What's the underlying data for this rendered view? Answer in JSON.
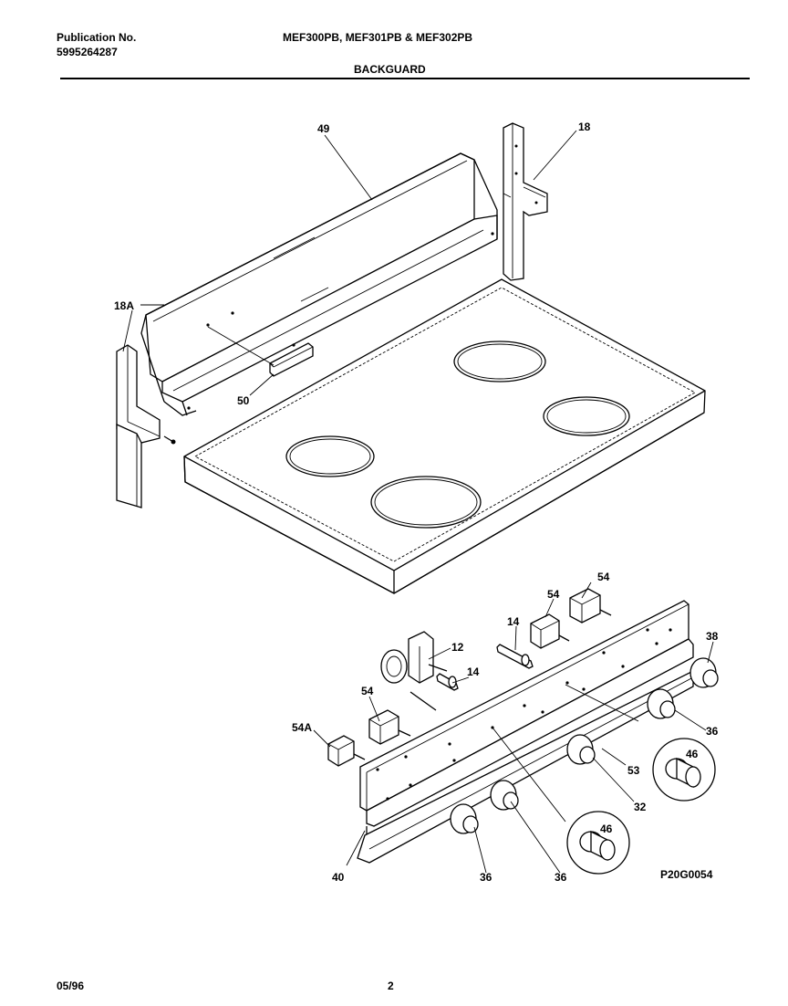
{
  "header": {
    "publication_label": "Publication No.",
    "publication_number": "5995264287",
    "models": "MEF300PB, MEF301PB & MEF302PB",
    "section": "BACKGUARD"
  },
  "callouts": {
    "c49": "49",
    "c18": "18",
    "c18a": "18A",
    "c50": "50",
    "c54_top": "54",
    "c54_mid": "54",
    "c14_top": "14",
    "c12": "12",
    "c14_mid": "14",
    "c54_left": "54",
    "c54a": "54A",
    "c38": "38",
    "c46_right": "46",
    "c36_right": "36",
    "c53": "53",
    "c32": "32",
    "c46_bottom": "46",
    "c40": "40",
    "c36_b1": "36",
    "c36_b2": "36"
  },
  "diagram_code": "P20G0054",
  "footer": {
    "date": "05/96",
    "page": "2"
  }
}
